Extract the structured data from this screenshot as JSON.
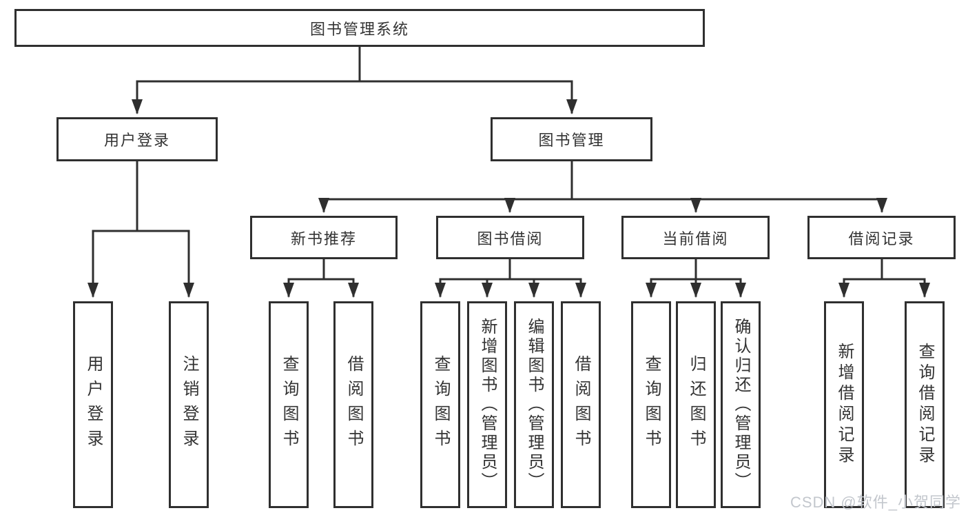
{
  "diagram_title": "图书管理系统",
  "tree": {
    "label": "图书管理系统",
    "children": [
      {
        "label": "用户登录",
        "children": [
          {
            "label": "用户登录"
          },
          {
            "label": "注销登录"
          }
        ]
      },
      {
        "label": "图书管理",
        "children": [
          {
            "label": "新书推荐",
            "children": [
              {
                "label": "查询图书"
              },
              {
                "label": "借阅图书"
              }
            ]
          },
          {
            "label": "图书借阅",
            "children": [
              {
                "label": "查询图书"
              },
              {
                "label": "新增图书（管理员）"
              },
              {
                "label": "编辑图书（管理员）"
              },
              {
                "label": "借阅图书"
              }
            ]
          },
          {
            "label": "当前借阅",
            "children": [
              {
                "label": "查询图书"
              },
              {
                "label": "归还图书"
              },
              {
                "label": "确认归还（管理员）"
              }
            ]
          },
          {
            "label": "借阅记录",
            "children": [
              {
                "label": "新增借阅记录"
              },
              {
                "label": "查询借阅记录"
              }
            ]
          }
        ]
      }
    ]
  },
  "watermark": {
    "text": "CSDN @软件_小贺同学"
  },
  "colors": {
    "line": "#2f2f2f",
    "text": "#333333",
    "background": "#ffffff",
    "watermark": "#c3c7cd"
  }
}
